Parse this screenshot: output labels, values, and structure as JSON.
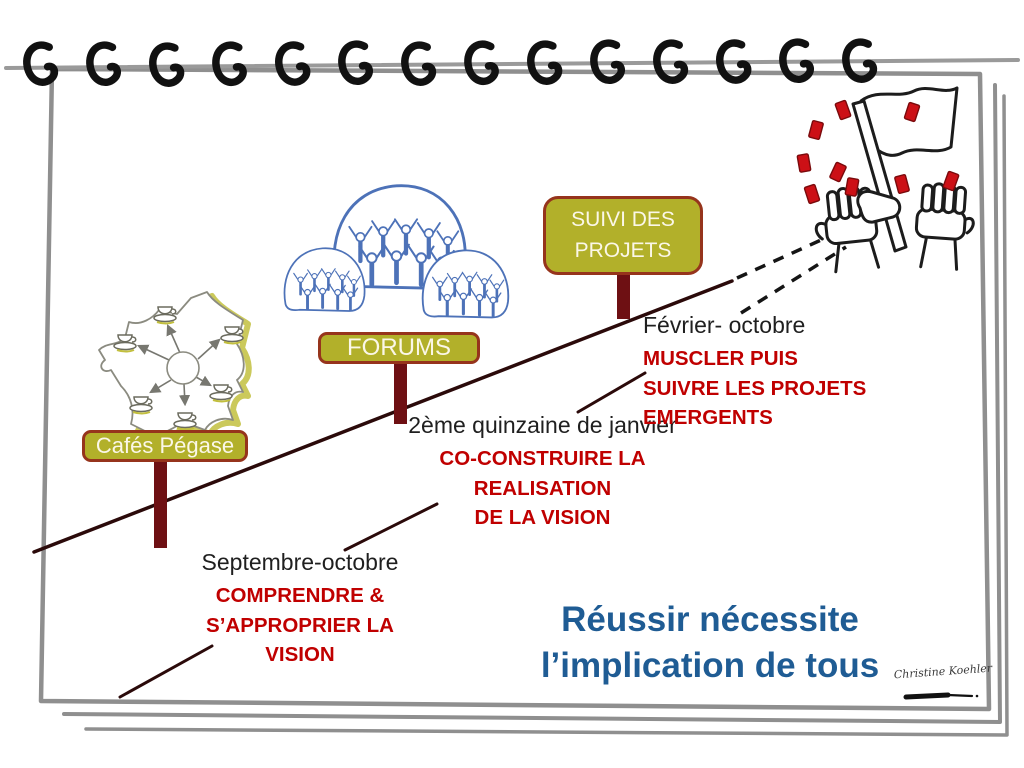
{
  "notebook": {
    "signature": "Christine Koehler"
  },
  "title": {
    "text": "Réussir nécessite\nl’implication de tous"
  },
  "milestones": [
    {
      "id": "cafes-pegase",
      "sign_label": "Cafés Pégase",
      "period": "Septembre-octobre",
      "action": "COMPRENDRE &\nS’APPROPRIER LA VISION"
    },
    {
      "id": "forums",
      "sign_label": "FORUMS",
      "period": "2ème quinzaine de janvier",
      "action": "CO-CONSTRUIRE LA REALISATION\nDE LA VISION"
    },
    {
      "id": "suivi-des-projets",
      "sign_label": "SUIVI DES\nPROJETS",
      "period": "Février- octobre",
      "action": "MUSCLER PUIS\nSUIVRE LES PROJETS EMERGENTS"
    }
  ],
  "illustrations": {
    "milestone_1": "france-map-with-coffee-cups-icon",
    "milestone_2": "forum-crowd-domes-icon",
    "goal": "raised-fists-with-flag-icon",
    "binding": "spiral-binding-icon",
    "signature_tool": "pen-icon"
  },
  "colors": {
    "sign_background": "#b2b02a",
    "sign_border": "#96341c",
    "sign_text": "#fbf7e8",
    "post_maroon": "#6e1013",
    "action_red": "#c00000",
    "period_black": "#1f1f1f",
    "title_blue": "#1f5c94",
    "crowd_blue": "#4d72b8",
    "confetti_red": "#cc1016",
    "frame_gray": "#8f8f8f",
    "timeline_ink": "#2b0a0a",
    "map_shadow_olive": "#c2bf3e",
    "sketch_black": "#1c1c1c"
  }
}
